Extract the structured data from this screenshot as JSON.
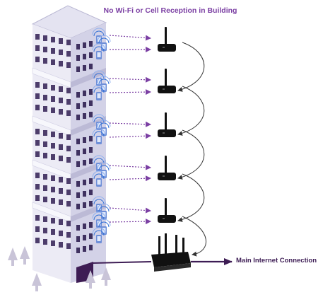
{
  "title": "No Wi-Fi or Cell Reception in Building",
  "connection_label": "Main Internet Connection",
  "colors": {
    "accent": "#7b3fa3",
    "dark_purple": "#3d1c54",
    "building_light": "#ecebf5",
    "building_mid": "#d9d8ea",
    "building_side": "#c8c7de",
    "window": "#4d3d6b",
    "device": "#111111",
    "signal_blue": "#2f6fd6",
    "tree": "#c9c4d8"
  },
  "icons": [
    "mobile-signal-icon",
    "antenna-repeater-icon",
    "main-router-icon",
    "tree-icon"
  ],
  "floor_count": 5,
  "repeater_count": 5
}
